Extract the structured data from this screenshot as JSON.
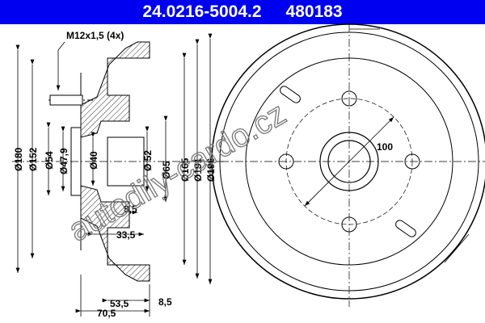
{
  "header": {
    "part_number": "24.0216-5004.2",
    "ref_number": "480183",
    "background": "#0000f0"
  },
  "side_view": {
    "thread_label": "M12x1,5 (4x)",
    "diameters": {
      "d180": "Ø180",
      "d152": "Ø152",
      "d54": "Ø54",
      "d47_9": "Ø47,9",
      "d40": "Ø40",
      "d52": "Ø 52",
      "d65": "Ø65",
      "d165": "Ø165",
      "d191": "Ø191",
      "d196": "Ø196"
    },
    "lengths": {
      "l8_5a": "8,5",
      "l33_5": "33,5",
      "l53_5": "53,5",
      "l70_5": "70,5",
      "l8_5b": "8,5"
    }
  },
  "front_view": {
    "pcd_label": "100"
  },
  "watermark": "autodily-cardo.cz"
}
